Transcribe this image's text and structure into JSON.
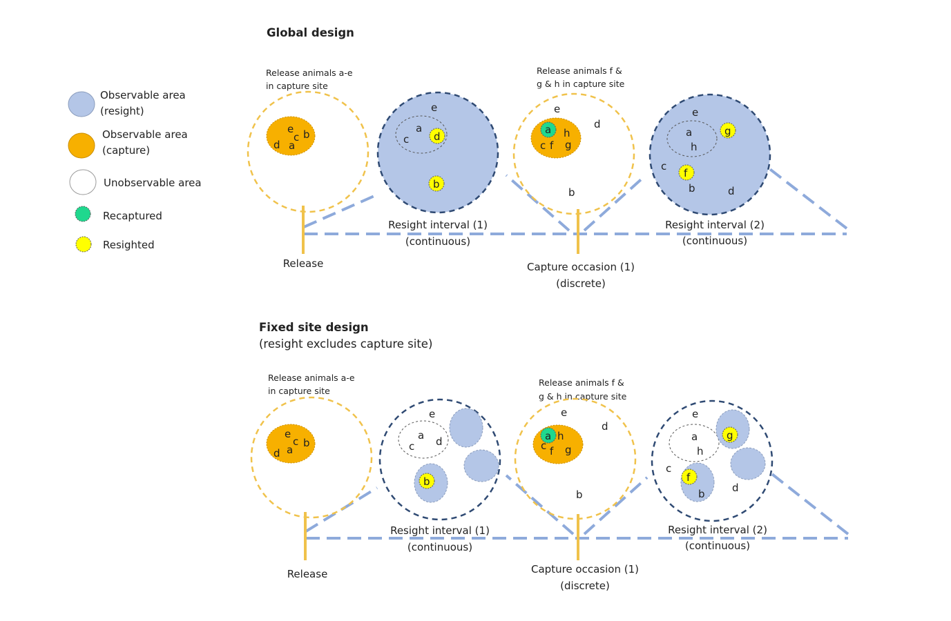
{
  "legend": {
    "resight_line1": "Observable area",
    "resight_line2": "(resight)",
    "capture_line1": "Observable area",
    "capture_line2": "(capture)",
    "unobservable": "Unobservable area",
    "recaptured": "Recaptured",
    "resighted": "Resighted"
  },
  "global": {
    "title": "Global design",
    "release_note_1": "Release animals a-e",
    "release_note_2": "in capture site",
    "release2_note_1": "Release animals  f &",
    "release2_note_2": "g & h in capture site",
    "release_label": "Release",
    "interval1_line1": "Resight interval (1)",
    "interval1_line2": "(continuous)",
    "capture_line1": "Capture occasion (1)",
    "capture_line2": "(discrete)",
    "interval2_line1": "Resight interval (2)",
    "interval2_line2": "(continuous)"
  },
  "fixed": {
    "title": "Fixed site design",
    "subtitle": "(resight excludes capture site)",
    "release_note_1": "Release animals a-e",
    "release_note_2": "in capture site",
    "release2_note_1": "Release animals  f &",
    "release2_note_2": "g & h in capture site",
    "release_label": "Release",
    "interval1_line1": "Resight interval (1)",
    "interval1_line2": "(continuous)",
    "capture_line1": "Capture occasion (1)",
    "capture_line2": "(discrete)",
    "interval2_line1": "Resight interval (2)",
    "interval2_line2": "(continuous)"
  },
  "animals": {
    "a": "a",
    "b": "b",
    "c": "c",
    "d": "d",
    "e": "e",
    "f": "f",
    "g": "g",
    "h": "h"
  },
  "colors": {
    "observable_resight": "#b4c6e7",
    "observable_capture": "#f7b000",
    "recaptured": "#1fd88e",
    "resighted": "#ffff00",
    "capture_boundary": "#f0c24b",
    "resight_boundary": "#2f4a73",
    "timeline": "#8eaadb"
  }
}
